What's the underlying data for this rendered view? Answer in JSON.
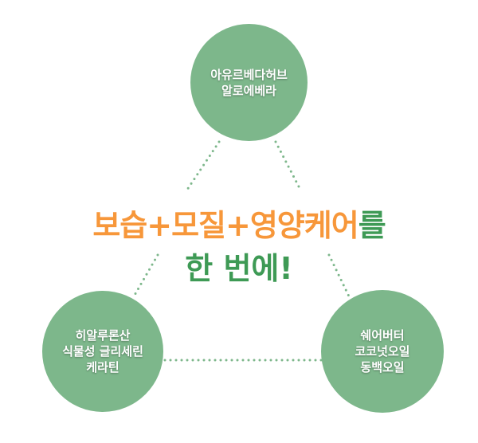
{
  "headline": {
    "line1_orange": "보습+모질+영양케어",
    "line1_green": "를",
    "line2": "한 번에!"
  },
  "circles": {
    "top": [
      "아유르베다허브",
      "알로에베라"
    ],
    "left": [
      "히알루론산",
      "식물성 글리세린",
      "케라틴"
    ],
    "right": [
      "쉐어버터",
      "코코넛오일",
      "동백오일"
    ]
  },
  "colors": {
    "circle": "#7db78b",
    "orange": "#f7973a",
    "green": "#3e9a55"
  }
}
